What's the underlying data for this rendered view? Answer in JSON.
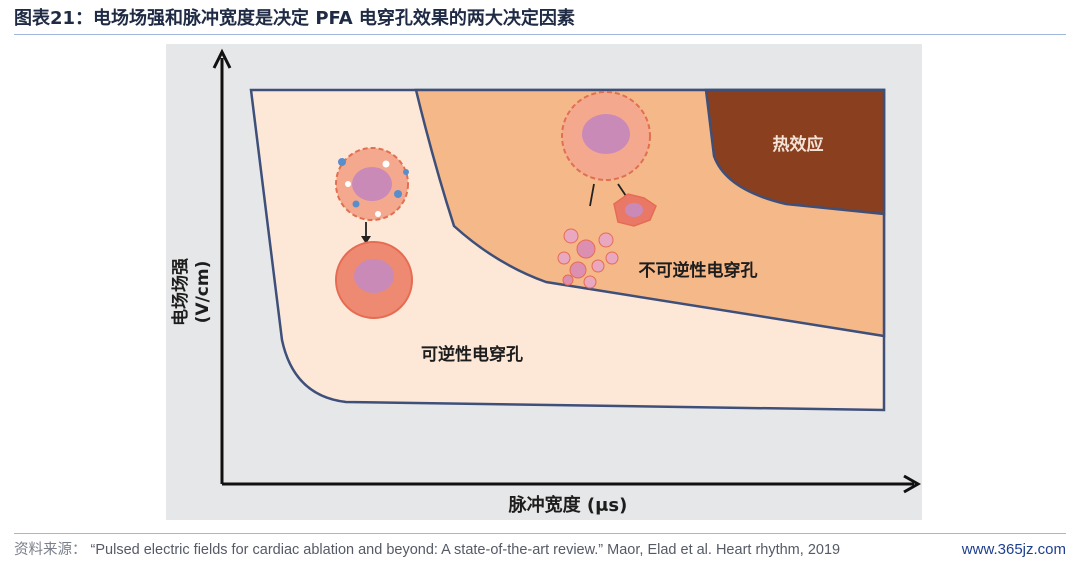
{
  "header": {
    "title": "图表21：电场场强和脉冲宽度是决定 PFA 电穿孔效果的两大决定因素"
  },
  "diagram": {
    "y_axis_label_cn": "电场场强",
    "y_axis_label_unit": "(V/cm)",
    "x_axis_label": "脉冲宽度 (μs)",
    "regions": {
      "reversible": "可逆性电穿孔",
      "irreversible": "不可逆性电穿孔",
      "thermal": "热效应"
    },
    "colors": {
      "reversible": "#fde8d8",
      "irreversible": "#f5b888",
      "thermal": "#8a3f1f",
      "border": "#3e4f7a",
      "cell": "#ee8a72",
      "nucleus": "#c98ab8"
    }
  },
  "footer": {
    "source_lead": "资料来源：",
    "source_text": "“Pulsed electric fields for cardiac ablation and beyond: A state-of-the-art review.” Maor, Elad et al. Heart rhythm, 2019",
    "watermark": "www.365jz.com"
  }
}
